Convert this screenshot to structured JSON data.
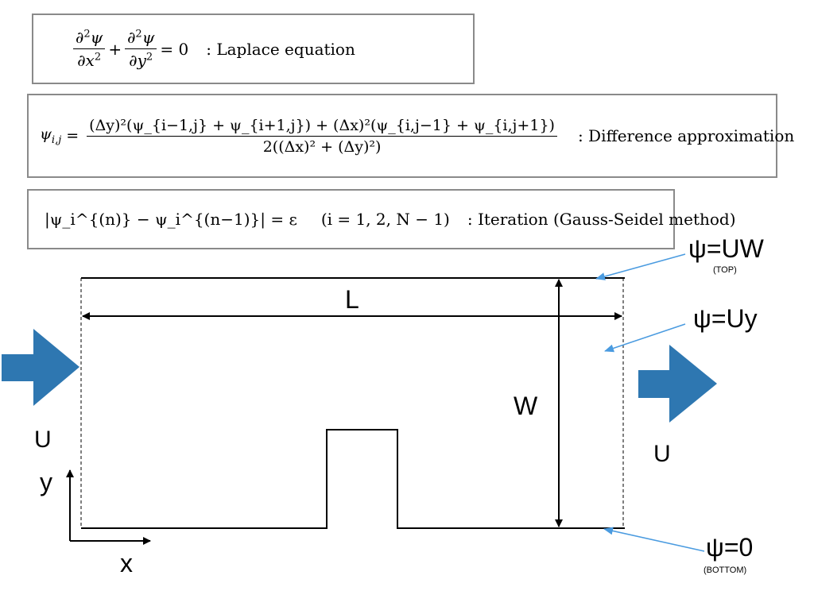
{
  "equations": {
    "laplace": {
      "partial": "∂",
      "psi": "ψ",
      "x": "x",
      "y": "y",
      "exp2": "2",
      "plus": "+",
      "rhs": "= 0",
      "label": ": Laplace equation"
    },
    "difference": {
      "lhs": "ψ",
      "lhs_sub": "i,j",
      "eq": "=",
      "numerator": "(Δy)²(ψ_{i−1,j} + ψ_{i+1,j}) + (Δx)²(ψ_{i,j−1} + ψ_{i,j+1})",
      "denominator": "2((Δx)² + (Δy)²)",
      "label": ": Difference approximation"
    },
    "iteration": {
      "expr": "|ψ_i^{(n)} − ψ_i^{(n−1)}| = ε",
      "range": "(i = 1, 2, N − 1)",
      "label": ": Iteration (Gauss-Seidel method)"
    }
  },
  "diagram": {
    "label_L": "L",
    "label_W": "W",
    "label_U_left": "U",
    "label_U_right": "U",
    "label_y": "y",
    "label_x": "x",
    "bc_top": "ψ=UW",
    "bc_top_note": "(TOP)",
    "bc_side": "ψ=Uy",
    "bc_bottom": "ψ=0",
    "bc_bottom_note": "(BOTTOM)",
    "colors": {
      "flow_arrow": "#2e77b1",
      "pointer_arrow": "#4a9be0",
      "line": "#000000",
      "box_border": "#8a8a8a"
    }
  }
}
